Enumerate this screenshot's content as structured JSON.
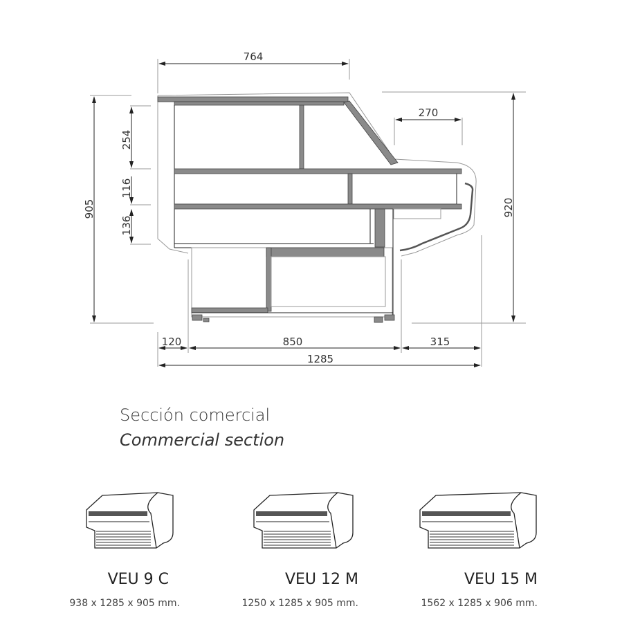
{
  "dimensions": {
    "top_width": "764",
    "glass_depth": "270",
    "shelf_1": "254",
    "shelf_2": "116",
    "shelf_3": "136",
    "height_left": "905",
    "height_right": "920",
    "base_left": "120",
    "base_mid": "850",
    "base_right": "315",
    "total_depth": "1285"
  },
  "section_title": {
    "spanish": "Sección comercial",
    "english": "Commercial section"
  },
  "models": [
    {
      "name": "VEU 9 C",
      "size": "938 x 1285 x 905 mm."
    },
    {
      "name": "VEU 12 M",
      "size": "1250 x 1285 x 905 mm."
    },
    {
      "name": "VEU 15 M",
      "size": "1562 x 1285 x 906 mm."
    }
  ]
}
